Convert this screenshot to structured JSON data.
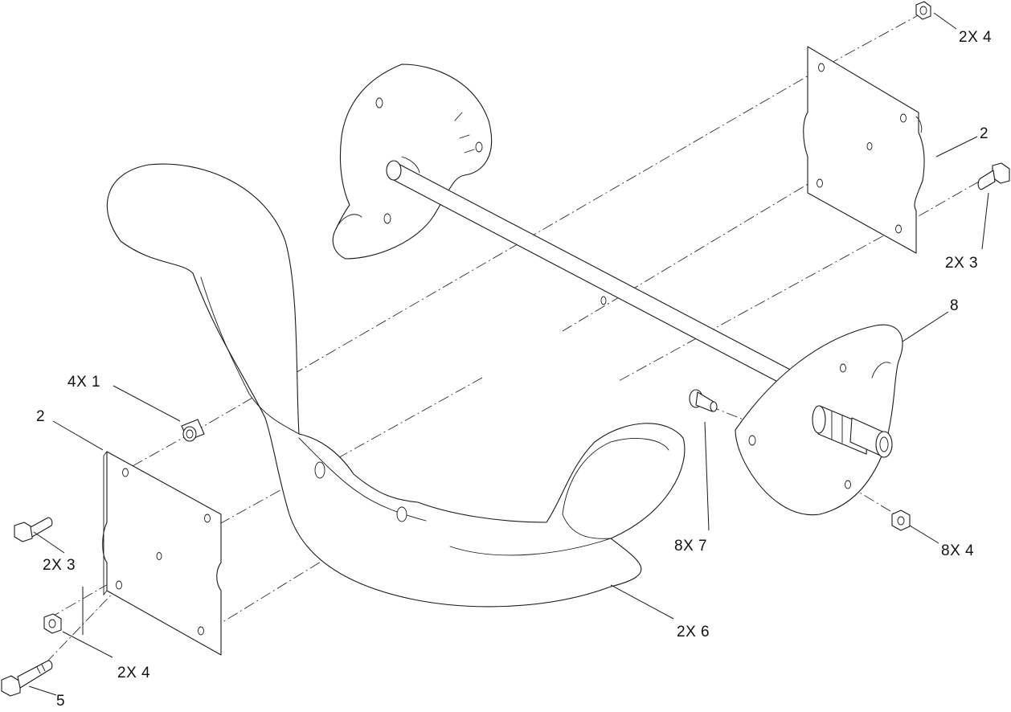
{
  "callouts": {
    "nut_top_right": "2X 4",
    "plate_right": "2",
    "bolt_right": "2X 3",
    "hub_assembly": "8",
    "spacer": "4X 1",
    "plate_left": "2",
    "bolt_left": "2X 3",
    "nut_left": "2X 4",
    "long_bolt": "5",
    "fitting": "8X 7",
    "nut_hub": "8X 4",
    "impeller_blade": "2X 6"
  }
}
